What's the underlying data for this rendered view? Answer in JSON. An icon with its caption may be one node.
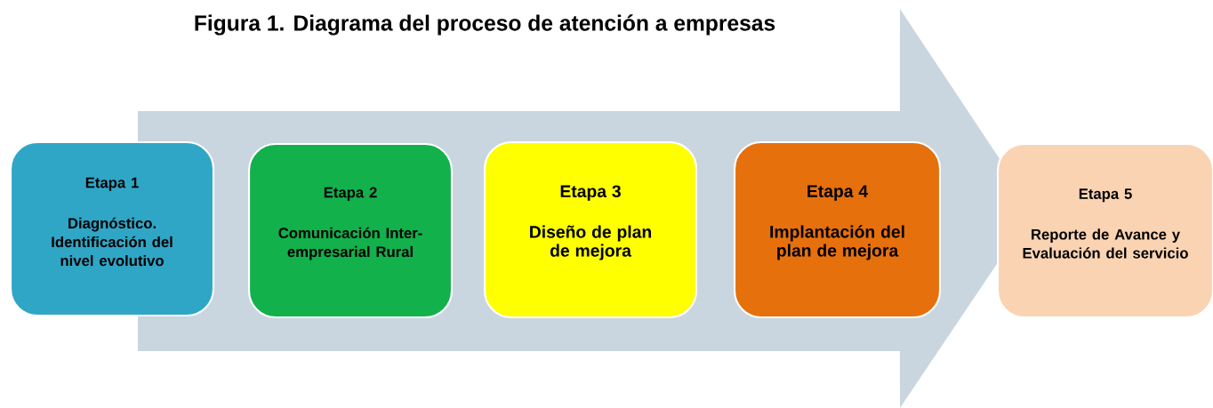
{
  "diagram": {
    "title": "Figura  1. Diagrama del proceso de  atención a empresas",
    "nodes": [
      {
        "text": [
          "Etapa 1",
          "Diagnóstico. Identificación del nivel evolutivo"
        ]
      },
      {
        "text": [
          "Etapa 2",
          "Comunicación Inter-empresarial Rural"
        ]
      },
      {
        "text": [
          "Etapa 3",
          "Diseño de plan de mejora"
        ]
      },
      {
        "text": [
          "Etapa 4",
          "Implantación del plan de mejora"
        ]
      },
      {
        "text": [
          "Etapa 5",
          "Reporte de Avance y Evaluación del servicio"
        ]
      }
    ]
  }
}
